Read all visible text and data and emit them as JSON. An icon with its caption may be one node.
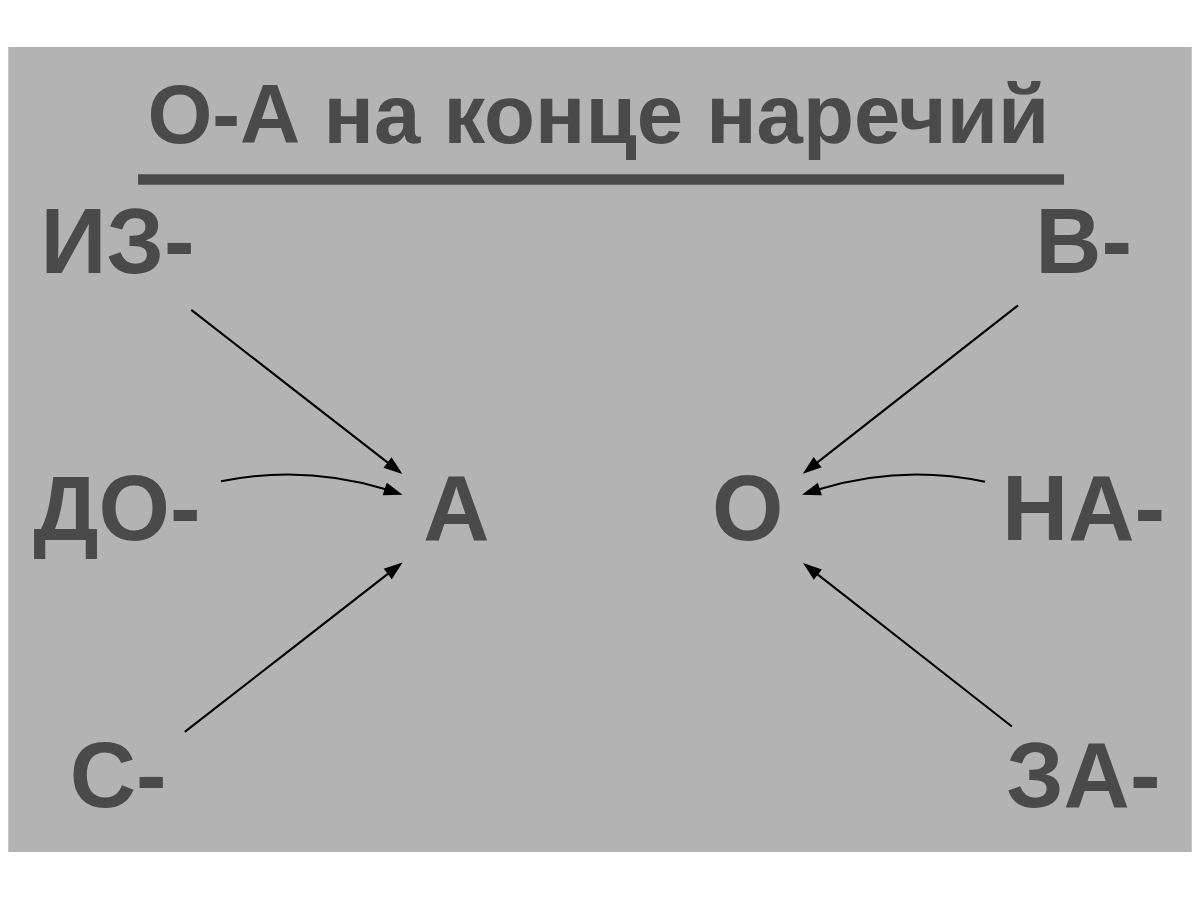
{
  "diagram": {
    "title": "О-А на конце наречий",
    "nodes": [
      {
        "text": [
          "ИЗ-"
        ]
      },
      {
        "text": [
          "ДО-"
        ]
      },
      {
        "text": [
          "С-"
        ]
      },
      {
        "text": [
          "А"
        ]
      },
      {
        "text": [
          "О"
        ]
      },
      {
        "text": [
          "В-"
        ]
      },
      {
        "text": [
          "НА-"
        ]
      },
      {
        "text": [
          "ЗА-"
        ]
      }
    ],
    "edges": [
      {
        "from": 0,
        "to": 3,
        "arrow": "to"
      },
      {
        "from": 1,
        "to": 3,
        "arrow": "to"
      },
      {
        "from": 2,
        "to": 3,
        "arrow": "to"
      },
      {
        "from": 5,
        "to": 4,
        "arrow": "to"
      },
      {
        "from": 6,
        "to": 4,
        "arrow": "to"
      },
      {
        "from": 7,
        "to": 4,
        "arrow": "to"
      }
    ]
  }
}
